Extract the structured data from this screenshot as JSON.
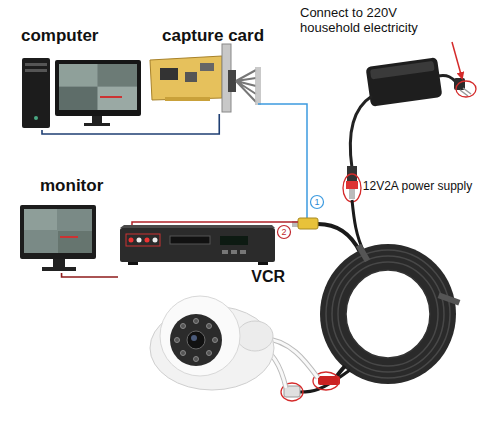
{
  "diagram": {
    "nodes": [
      {
        "text": [
          "computer"
        ]
      },
      {
        "text": [
          "capture card"
        ]
      },
      {
        "text": [
          "12V2A power supply"
        ]
      },
      {
        "text": [
          "monitor"
        ]
      },
      {
        "text": [
          "VCR"
        ]
      }
    ],
    "edges": [
      {
        "from": 0,
        "to": 1,
        "arrow": "none"
      },
      {
        "from": 3,
        "to": 4,
        "arrow": "none"
      }
    ],
    "labels": [
      "Connect to 220V household electricity",
      "1",
      "2"
    ]
  }
}
